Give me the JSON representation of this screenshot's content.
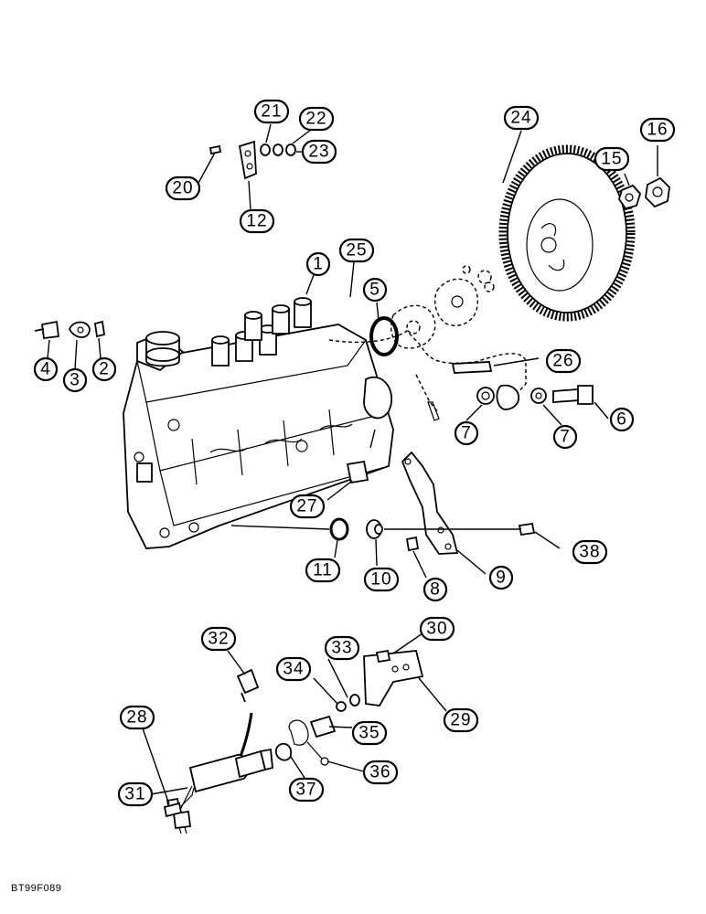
{
  "figure_code": "BT99F089",
  "callouts": [
    {
      "id": "c1",
      "label": "1"
    },
    {
      "id": "c2",
      "label": "2"
    },
    {
      "id": "c3",
      "label": "3"
    },
    {
      "id": "c4",
      "label": "4"
    },
    {
      "id": "c5",
      "label": "5"
    },
    {
      "id": "c6",
      "label": "6"
    },
    {
      "id": "c7a",
      "label": "7"
    },
    {
      "id": "c7b",
      "label": "7"
    },
    {
      "id": "c8",
      "label": "8"
    },
    {
      "id": "c9",
      "label": "9"
    },
    {
      "id": "c10",
      "label": "10"
    },
    {
      "id": "c11",
      "label": "11"
    },
    {
      "id": "c12",
      "label": "12"
    },
    {
      "id": "c15",
      "label": "15"
    },
    {
      "id": "c16",
      "label": "16"
    },
    {
      "id": "c20",
      "label": "20"
    },
    {
      "id": "c21",
      "label": "21"
    },
    {
      "id": "c22",
      "label": "22"
    },
    {
      "id": "c23",
      "label": "23"
    },
    {
      "id": "c24",
      "label": "24"
    },
    {
      "id": "c25",
      "label": "25"
    },
    {
      "id": "c26",
      "label": "26"
    },
    {
      "id": "c27",
      "label": "27"
    },
    {
      "id": "c28",
      "label": "28"
    },
    {
      "id": "c29",
      "label": "29"
    },
    {
      "id": "c30",
      "label": "30"
    },
    {
      "id": "c31",
      "label": "31"
    },
    {
      "id": "c32",
      "label": "32"
    },
    {
      "id": "c33",
      "label": "33"
    },
    {
      "id": "c34",
      "label": "34"
    },
    {
      "id": "c35",
      "label": "35"
    },
    {
      "id": "c36",
      "label": "36"
    },
    {
      "id": "c37",
      "label": "37"
    },
    {
      "id": "c38",
      "label": "38"
    }
  ]
}
